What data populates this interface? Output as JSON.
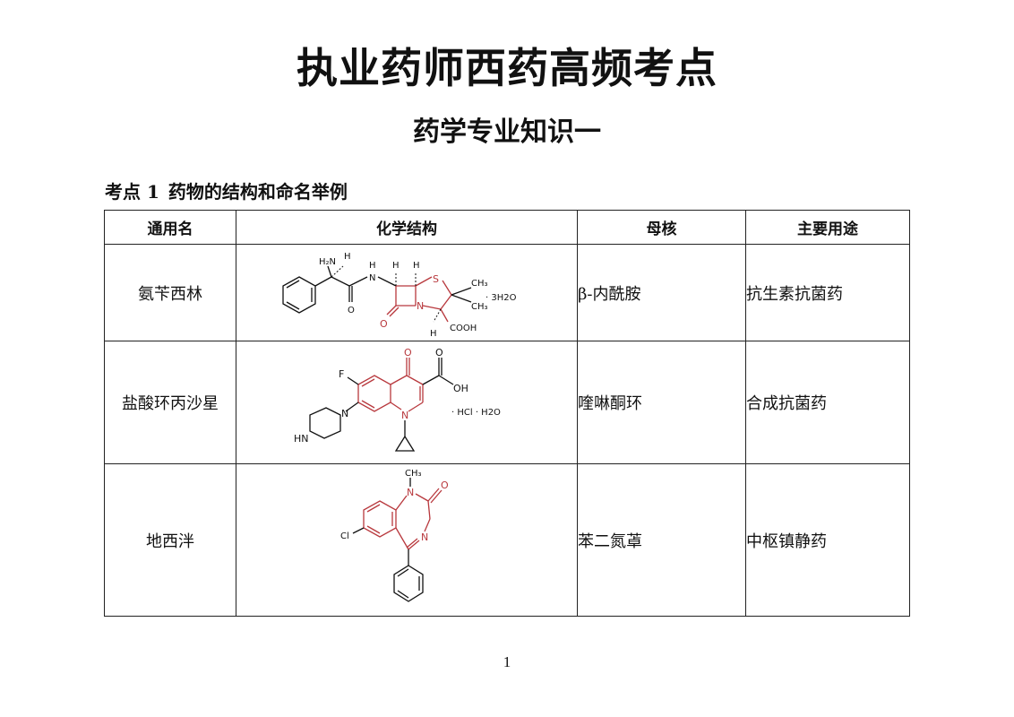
{
  "document": {
    "title": "执业药师西药高频考点",
    "subtitle": "药学专业知识一",
    "section_number": "考点 1",
    "section_title": "药物的结构和命名举例",
    "page_number": "1"
  },
  "table": {
    "headers": [
      "通用名",
      "化学结构",
      "母核",
      "主要用途"
    ],
    "rows": [
      {
        "name": "氨苄西林",
        "structure_labels": {
          "h2n": "H₂N",
          "h1": "H",
          "nh": "N",
          "h_nh": "H",
          "h2": "H",
          "h3": "H",
          "s": "S",
          "ch3a": "CH₃",
          "ch3b": "CH₃",
          "o1": "O",
          "n2": "N",
          "o2": "O",
          "h4": "H",
          "cooh": "COOH",
          "salt": "· 3H2O"
        },
        "core": "β-内酰胺",
        "use": "抗生素抗菌药"
      },
      {
        "name": "盐酸环丙沙星",
        "structure_labels": {
          "f": "F",
          "o_keto": "O",
          "o_acid": "O",
          "oh": "OH",
          "n_pip": "N",
          "hn": "HN",
          "n_ring": "N",
          "salt": "· HCl · H2O"
        },
        "core": "喹啉酮环",
        "use": "合成抗菌药"
      },
      {
        "name": "地西泮",
        "structure_labels": {
          "ch3": "CH₃",
          "n1": "N",
          "o": "O",
          "cl": "Cl",
          "n4": "N"
        },
        "core": "苯二氮䓬",
        "use": "中枢镇静药"
      }
    ]
  },
  "colors": {
    "highlight": "#b8383d",
    "ink": "#111111"
  }
}
